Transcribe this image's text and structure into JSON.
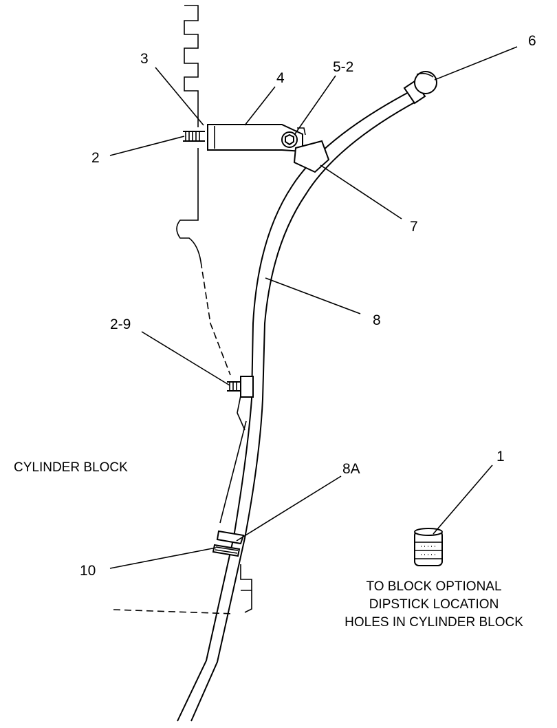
{
  "callouts": {
    "c1": "1",
    "c2": "2",
    "c2_9": "2-9",
    "c3": "3",
    "c4": "4",
    "c5_2": "5-2",
    "c6": "6",
    "c7": "7",
    "c8": "8",
    "c8a": "8A",
    "c10": "10"
  },
  "labels": {
    "cylinder_block": "CYLINDER BLOCK",
    "note_line1": "TO BLOCK OPTIONAL",
    "note_line2": "DIPSTICK LOCATION",
    "note_line3": "HOLES IN CYLINDER BLOCK"
  }
}
